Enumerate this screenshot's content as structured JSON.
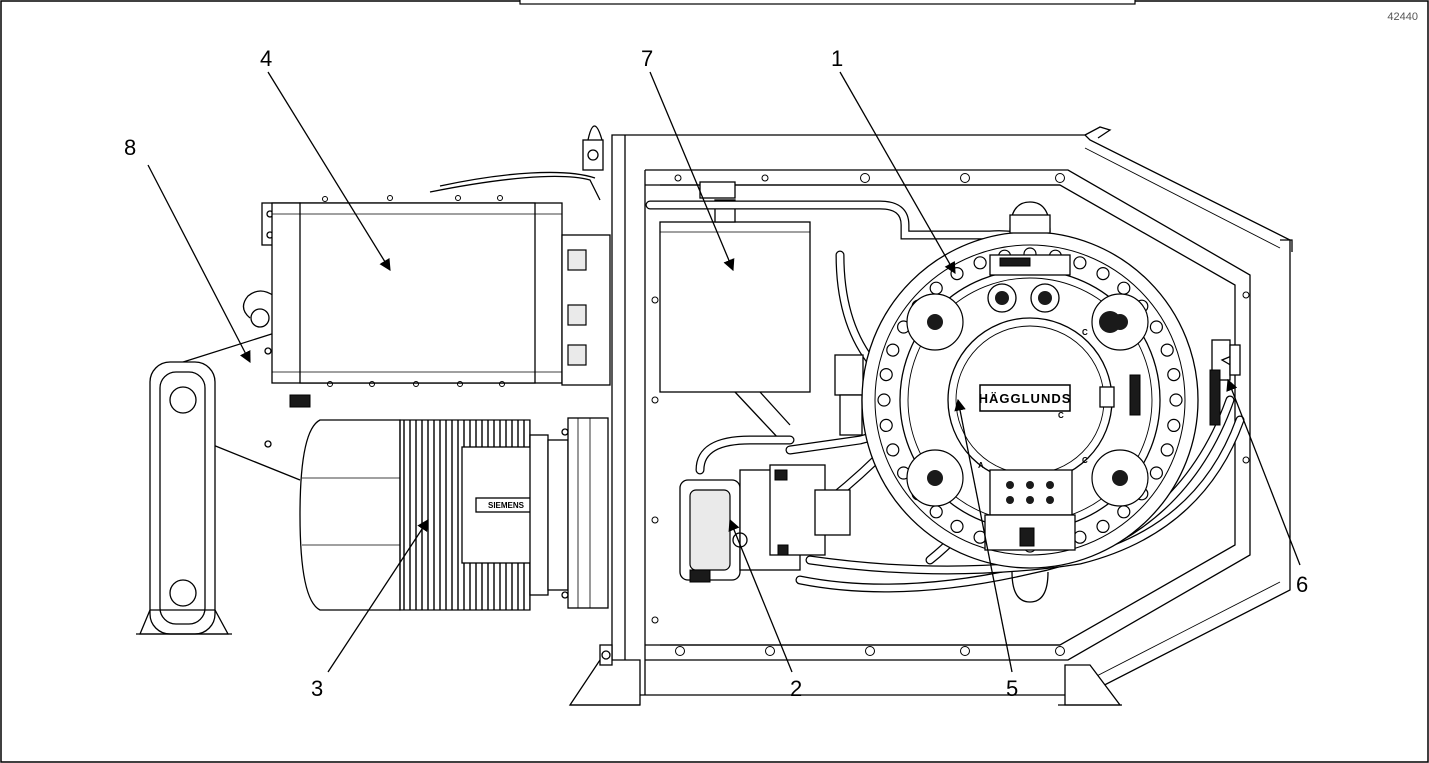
{
  "figure": {
    "reference_code": "42440",
    "brand_plate": "HÄGGLUNDS",
    "motor_plate": "SIEMENS",
    "port_labels": [
      "C",
      "A",
      "C",
      "C"
    ]
  },
  "callouts": [
    {
      "id": "1",
      "label": "1"
    },
    {
      "id": "2",
      "label": "2"
    },
    {
      "id": "3",
      "label": "3"
    },
    {
      "id": "4",
      "label": "4"
    },
    {
      "id": "5",
      "label": "5"
    },
    {
      "id": "6",
      "label": "6"
    },
    {
      "id": "7",
      "label": "7"
    },
    {
      "id": "8",
      "label": "8"
    }
  ]
}
